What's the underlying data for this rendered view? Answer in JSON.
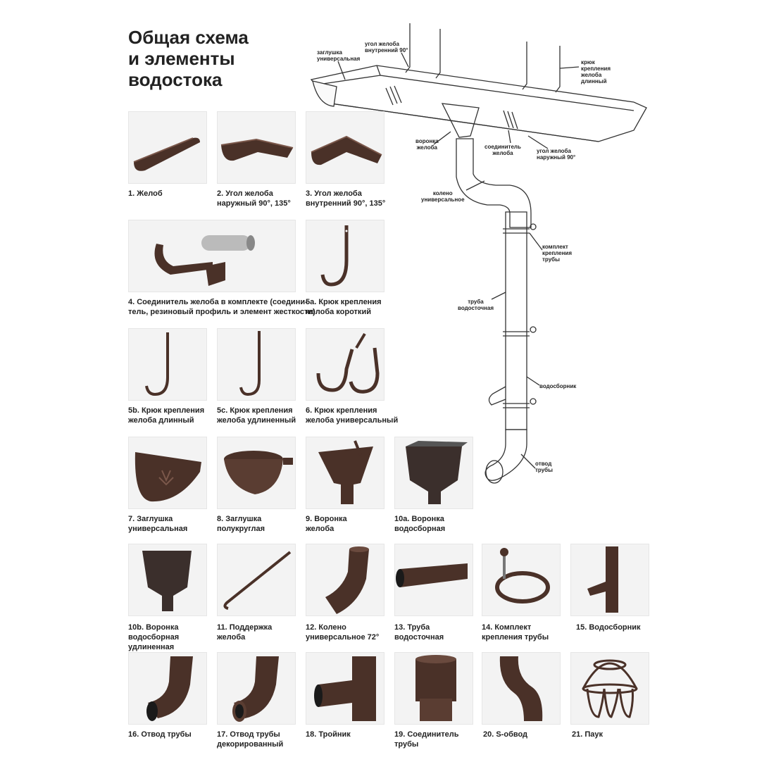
{
  "title": {
    "line1": "Общая схема",
    "line2": "и элементы",
    "line3": "водостока"
  },
  "colors": {
    "product": "#4a3128",
    "product_light": "#7a574a",
    "tile_bg": "#f3f3f3"
  },
  "diagram_labels": {
    "cap_universal": [
      "заглушка",
      "универсальная"
    ],
    "inner_corner": [
      "угол желоба",
      "внутренний 90°"
    ],
    "hook_long": [
      "крюк",
      "крепления",
      "желоба",
      "длинный"
    ],
    "funnel": [
      "воронка",
      "желоба"
    ],
    "connector": [
      "соединитель",
      "желоба"
    ],
    "outer_corner": [
      "угол желоба",
      "наружный 90°"
    ],
    "elbow": [
      "колено",
      "универсальное"
    ],
    "clamp_kit": [
      "комплект",
      "крепления",
      "трубы"
    ],
    "pipe": [
      "труба",
      "водосточная"
    ],
    "collector": [
      "водосборник"
    ],
    "outlet": [
      "отвод",
      "трубы"
    ]
  },
  "items": [
    {
      "id": "1",
      "lines": [
        "1. Желоб"
      ]
    },
    {
      "id": "2",
      "lines": [
        "2. Угол желоба",
        "наружный 90°, 135°"
      ]
    },
    {
      "id": "3",
      "lines": [
        "3. Угол желоба",
        "внутренний 90°, 135°"
      ]
    },
    {
      "id": "4",
      "lines": [
        "4. Соединитель желоба в комплекте (соедини-",
        "тель, резиновый профиль и элемент жесткости)"
      ]
    },
    {
      "id": "5a",
      "lines": [
        "5a. Крюк крепления",
        "желоба короткий"
      ]
    },
    {
      "id": "5b",
      "lines": [
        "5b. Крюк крепления",
        "желоба длинный"
      ]
    },
    {
      "id": "5c",
      "lines": [
        "5c. Крюк крепления",
        "желоба удлиненный"
      ]
    },
    {
      "id": "6",
      "lines": [
        "6. Крюк крепления",
        "желоба универсальный"
      ]
    },
    {
      "id": "7",
      "lines": [
        "7. Заглушка",
        "универсальная"
      ]
    },
    {
      "id": "8",
      "lines": [
        "8. Заглушка",
        "полукруглая"
      ]
    },
    {
      "id": "9",
      "lines": [
        "9. Воронка",
        "желоба"
      ]
    },
    {
      "id": "10a",
      "lines": [
        "10a. Воронка",
        "водосборная"
      ]
    },
    {
      "id": "10b",
      "lines": [
        "10b. Воронка",
        "водосборная",
        "удлиненная"
      ]
    },
    {
      "id": "11",
      "lines": [
        "11. Поддержка",
        "желоба"
      ]
    },
    {
      "id": "12",
      "lines": [
        "12. Колено",
        "универсальное 72°"
      ]
    },
    {
      "id": "13",
      "lines": [
        "13. Труба",
        "водосточная"
      ]
    },
    {
      "id": "14",
      "lines": [
        "14. Комплект",
        "крепления трубы"
      ]
    },
    {
      "id": "15",
      "lines": [
        "15. Водосборник"
      ]
    },
    {
      "id": "16",
      "lines": [
        "16. Отвод трубы"
      ]
    },
    {
      "id": "17",
      "lines": [
        "17. Отвод трубы",
        "декорированный"
      ]
    },
    {
      "id": "18",
      "lines": [
        "18. Тройник"
      ]
    },
    {
      "id": "19",
      "lines": [
        "19. Соединитель",
        "трубы"
      ]
    },
    {
      "id": "20",
      "lines": [
        "20. S-обвод"
      ]
    },
    {
      "id": "21",
      "lines": [
        "21. Паук"
      ]
    }
  ]
}
